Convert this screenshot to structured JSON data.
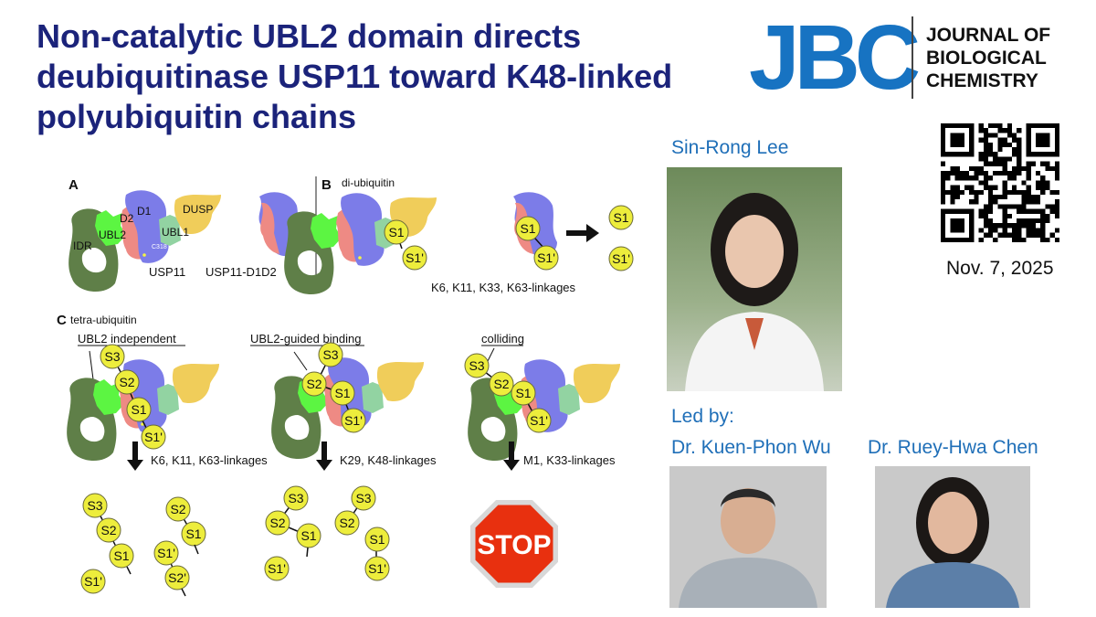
{
  "title": "Non-catalytic UBL2 domain directs deubiquitinase USP11 toward K48-linked polyubiquitin chains",
  "journal": {
    "logo_text": "JBC",
    "name_lines": [
      "JOURNAL OF",
      "BIOLOGICAL",
      "CHEMISTRY"
    ],
    "brand_color": "#1773c2"
  },
  "date": "Nov. 7, 2025",
  "author": {
    "name": "Sin-Rong Lee"
  },
  "led_by": {
    "label": "Led by:",
    "leaders": [
      "Dr. Kuen-Phon Wu",
      "Dr. Ruey-Hwa Chen"
    ]
  },
  "figure": {
    "panel_a": {
      "letter": "A",
      "domains": [
        "IDR",
        "UBL2",
        "D2",
        "D1",
        "UBL1",
        "DUSP"
      ],
      "site": "C318",
      "captions": [
        "USP11",
        "USP11-D1D2"
      ]
    },
    "panel_b": {
      "letter": "B",
      "heading": "di-ubiquitin",
      "caption": "K6, K11, K33, K63-linkages"
    },
    "panel_c": {
      "letter": "C",
      "heading": "tetra-ubiquitin",
      "modes": [
        {
          "heading": "UBL2 independent",
          "caption": "K6, K11, K63-linkages"
        },
        {
          "heading": "UBL2-guided binding",
          "caption": "K29, K48-linkages"
        },
        {
          "heading": "colliding",
          "caption": "M1, K33-linkages"
        }
      ],
      "stop_sign": "STOP"
    },
    "ubiquitin_labels": [
      "S1",
      "S1'",
      "S2",
      "S2'",
      "S3"
    ],
    "colors": {
      "IDR": "#5f7f48",
      "UBL2": "#5cf542",
      "D2": "#ee8a84",
      "D1": "#7c7ce8",
      "UBL1": "#92d3a2",
      "DUSP": "#f0cd5a",
      "ubiquitin": "#eded3c",
      "stop": "#e8300f"
    }
  },
  "icons": {
    "qr": "qr-code-icon",
    "arrow": "arrow-right-icon",
    "down_arrow": "arrow-down-icon"
  }
}
